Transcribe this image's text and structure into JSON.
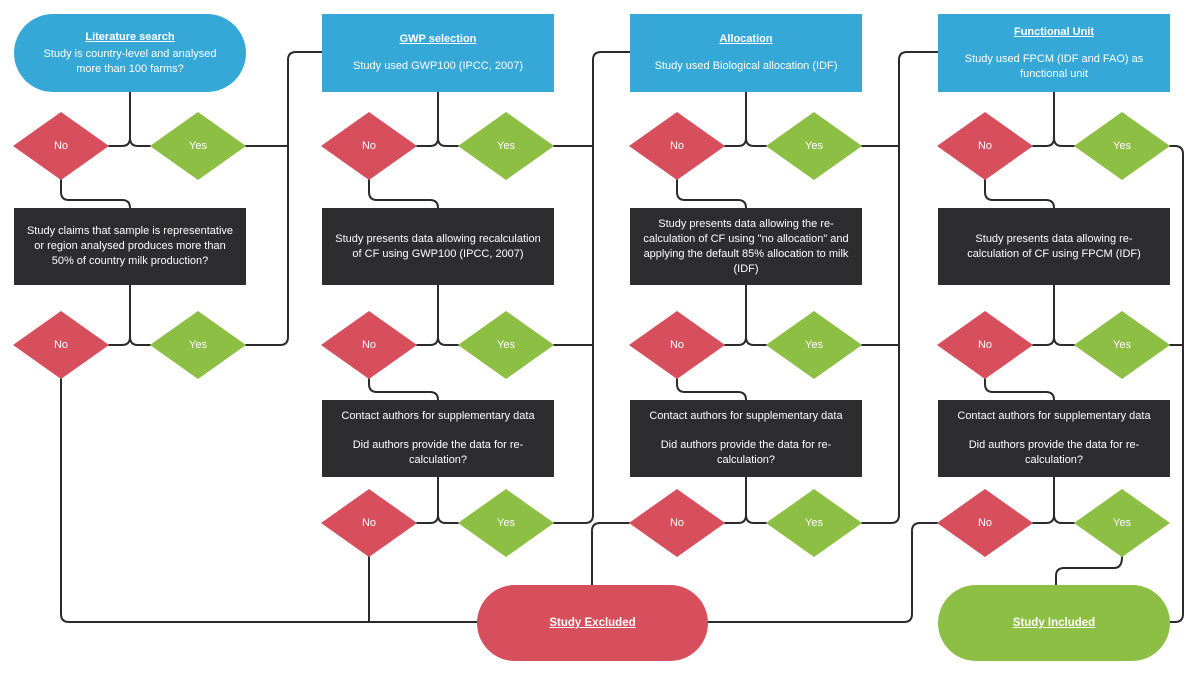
{
  "diagram": {
    "labels": {
      "no": "No",
      "yes": "Yes"
    },
    "terminals": {
      "excluded": "Study Excluded",
      "included": "Study Included"
    },
    "columns": [
      {
        "header_title": "Literature search",
        "header_body": "Study is country-level and analysed more than 100 farms?",
        "box1": "Study claims that sample is representative or region analysed produces more than 50% of country milk production?"
      },
      {
        "header_title": "GWP selection",
        "header_body": "Study used GWP100 (IPCC, 2007)",
        "box1": "Study presents data allowing recalculation of CF using GWP100 (IPCC, 2007)",
        "box2_line1": "Contact authors for supplementary data",
        "box2_line2": "Did authors provide the data for re-calculation?"
      },
      {
        "header_title": "Allocation",
        "header_body": "Study used Biological allocation (IDF)",
        "box1": "Study presents data allowing the re-calculation of CF using \"no allocation\" and applying the default 85% allocation to milk (IDF)",
        "box2_line1": "Contact authors for supplementary data",
        "box2_line2": "Did authors provide the data for re-calculation?"
      },
      {
        "header_title": "Functional Unit",
        "header_body": "Study used FPCM (IDF and FAO) as functional unit",
        "box1": "Study presents data allowing re-calculation of CF using FPCM (IDF)",
        "box2_line1": "Contact authors for supplementary data",
        "box2_line2": "Did authors provide the data for re-calculation?"
      }
    ],
    "colors": {
      "header_blue": "#35a8d8",
      "no_red": "#d74e5c",
      "yes_green": "#8dbf45",
      "box_dark": "#2d2d2f",
      "line": "#2b2b2b",
      "background": "#ffffff"
    }
  }
}
